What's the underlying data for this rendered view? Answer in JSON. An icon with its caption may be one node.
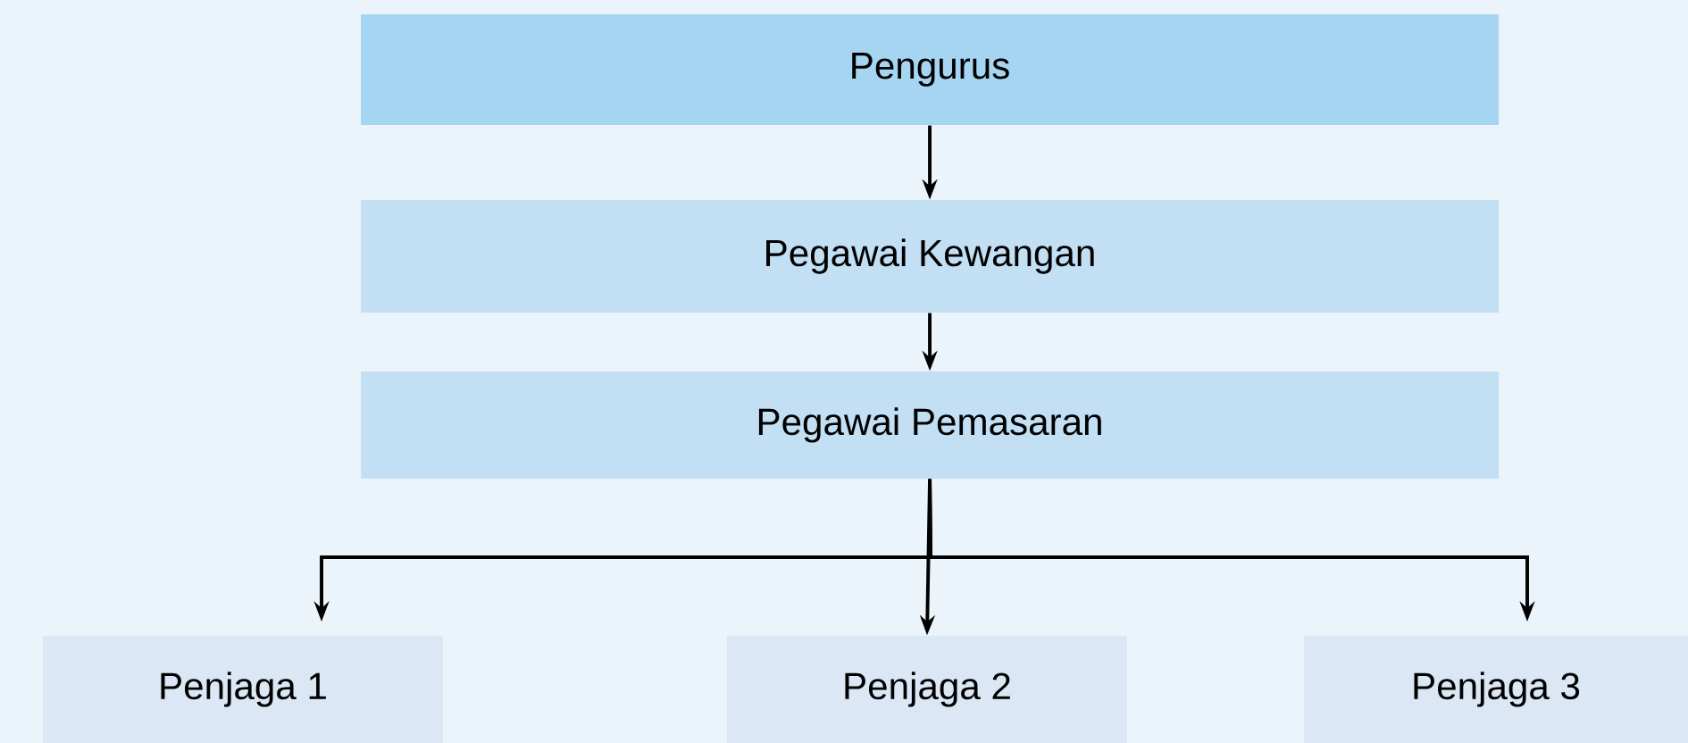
{
  "diagram": {
    "nodes": [
      {
        "text": [
          "Pengurus"
        ]
      },
      {
        "text": [
          "Pegawai Kewangan"
        ]
      },
      {
        "text": [
          "Pegawai Pemasaran"
        ]
      },
      {
        "text": [
          "Penjaga 1"
        ]
      },
      {
        "text": [
          "Penjaga 2"
        ]
      },
      {
        "text": [
          "Penjaga 3"
        ]
      }
    ],
    "edges": [
      {
        "from": 0,
        "to": 1,
        "arrow": "to"
      },
      {
        "from": 1,
        "to": 2,
        "arrow": "to"
      },
      {
        "from": 2,
        "to": 3,
        "arrow": "to"
      },
      {
        "from": 2,
        "to": 4,
        "arrow": "to"
      },
      {
        "from": 2,
        "to": 5,
        "arrow": "to"
      }
    ]
  }
}
